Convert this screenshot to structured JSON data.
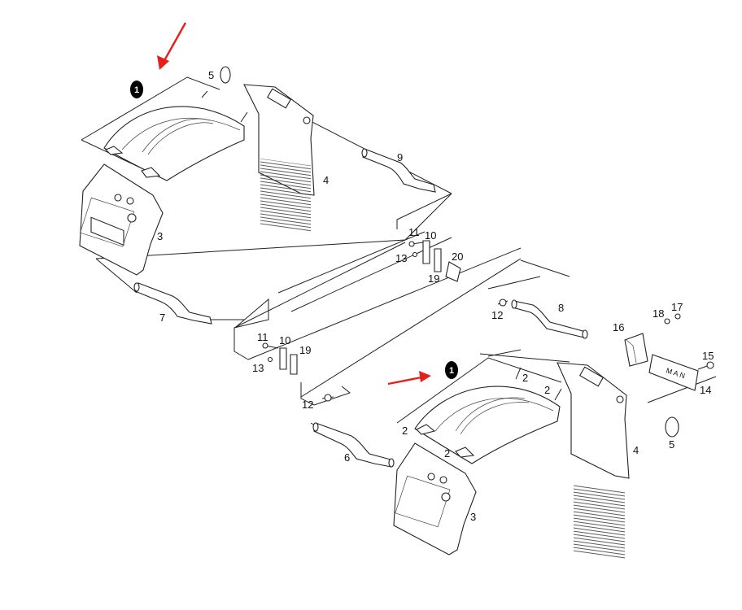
{
  "callouts": {
    "top_index": "1",
    "bottom_index": "1"
  },
  "labels": {
    "top_5": "5",
    "top_4": "4",
    "top_9": "9",
    "top_3": "3",
    "top_7": "7",
    "mid_11": "11",
    "mid_10": "10",
    "mid_13": "13",
    "mid_20": "20",
    "mid_19": "19",
    "mid_12": "12",
    "mid_8": "8",
    "low_11": "11",
    "low_10": "10",
    "low_19": "19",
    "low_13": "13",
    "low_12": "12",
    "bot_2a": "2",
    "bot_2b": "2",
    "bot_2c": "2",
    "bot_2d": "2",
    "bot_4": "4",
    "bot_3": "3",
    "bot_6": "6",
    "bot_5": "5",
    "r_16": "16",
    "r_18": "18",
    "r_17": "17",
    "r_15": "15",
    "r_14": "14"
  },
  "colors": {
    "arrow": "#e5201c",
    "line": "#222222"
  }
}
